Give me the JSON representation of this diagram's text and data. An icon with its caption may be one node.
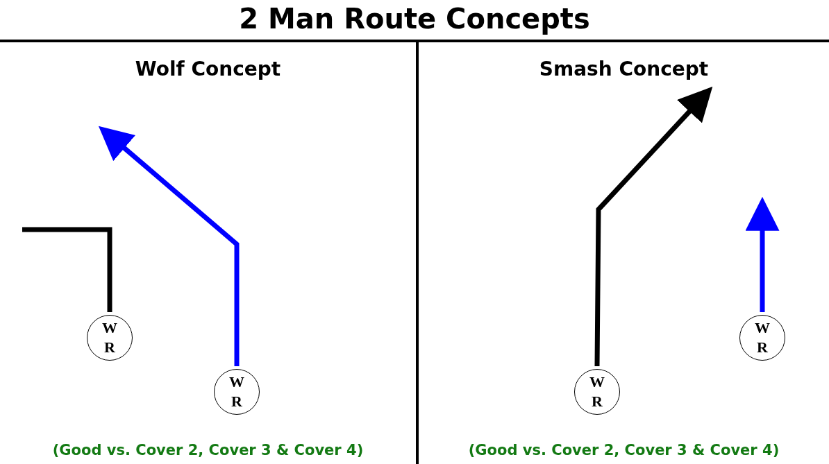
{
  "diagram": {
    "title": "2 Man Route Concepts",
    "nodes": [
      {
        "text": [
          "Wolf Concept",
          "(Good vs. Cover 2, Cover 3 & Cover 4)"
        ]
      },
      {
        "text": [
          "W R"
        ],
        "in": 0
      },
      {
        "text": [
          "W R"
        ],
        "in": 0
      },
      {
        "text": [
          "Smash Concept",
          "(Good vs. Cover 2, Cover 3 & Cover 4)"
        ]
      },
      {
        "text": [
          "W R"
        ],
        "in": 3
      },
      {
        "text": [
          "W R"
        ],
        "in": 3
      }
    ],
    "edges": [
      {
        "from": 1,
        "to": null,
        "arrow": "none",
        "color": "#000000"
      },
      {
        "from": 2,
        "to": null,
        "arrow": "to",
        "color": "#0000ff"
      },
      {
        "from": 4,
        "to": null,
        "arrow": "to",
        "color": "#000000"
      },
      {
        "from": 5,
        "to": null,
        "arrow": "to",
        "color": "#0000ff"
      }
    ]
  }
}
